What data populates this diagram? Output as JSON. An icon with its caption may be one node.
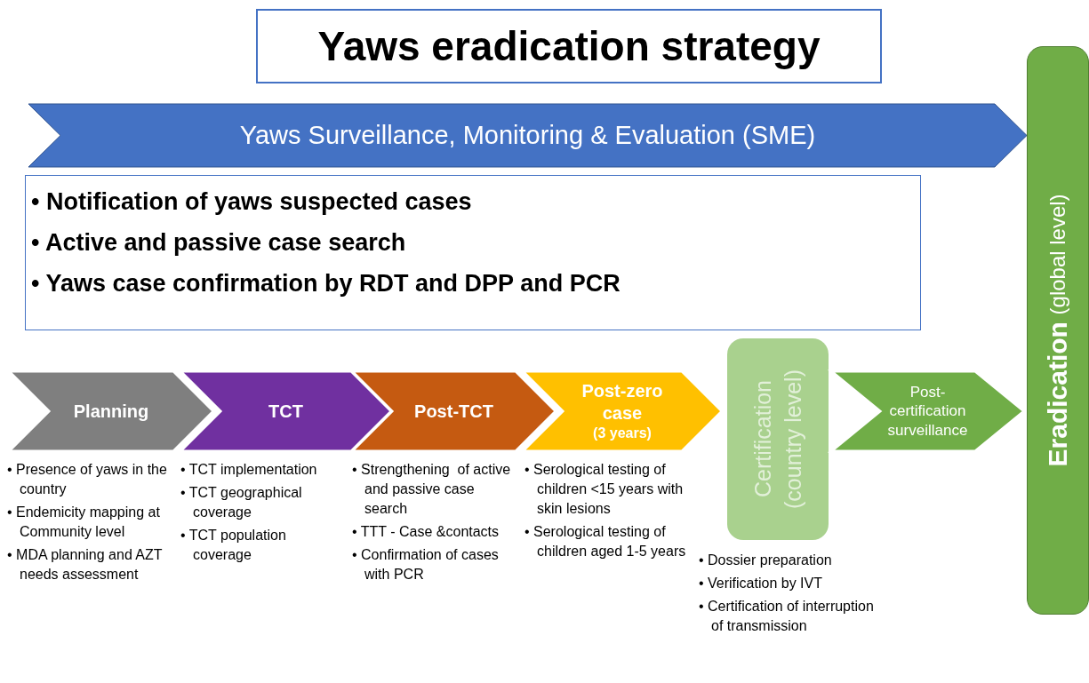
{
  "diagram": {
    "nodes": [
      {
        "text": [
          "Yaws eradication strategy"
        ]
      },
      {
        "text": [
          "Yaws Surveillance, Monitoring & Evaluation (SME)"
        ]
      },
      {
        "text": [
          "• Notification of yaws suspected cases",
          "• Active and passive case search",
          "• Yaws case confirmation by RDT and DPP and PCR"
        ]
      },
      {
        "text": [
          "Planning"
        ],
        "beside": [
          "• Presence of yaws in the country",
          "• Endemicity mapping at Community level",
          "• MDA planning and AZT needs assessment"
        ]
      },
      {
        "text": [
          "TCT"
        ],
        "beside": [
          "• TCT implementation",
          "• TCT geographical coverage",
          "• TCT population coverage"
        ]
      },
      {
        "text": [
          "Post-TCT"
        ],
        "beside": [
          "• Strengthening  of active and passive case search",
          "• TTT - Case &contacts",
          "• Confirmation of cases with PCR"
        ]
      },
      {
        "text": [
          "Post-zero case",
          "(3 years)"
        ],
        "beside": [
          "• Serological testing of children <15 years with skin lesions",
          "• Serological testing of children aged 1-5 years"
        ]
      },
      {
        "text": [
          "Certification (country level)"
        ],
        "beside": [
          "• Dossier preparation",
          "• Verification by IVT",
          "• Certification of interruption of transmission"
        ]
      },
      {
        "text": [
          "Post-certification surveillance"
        ]
      },
      {
        "text": [
          "Eradication",
          "(global level)"
        ]
      }
    ]
  }
}
